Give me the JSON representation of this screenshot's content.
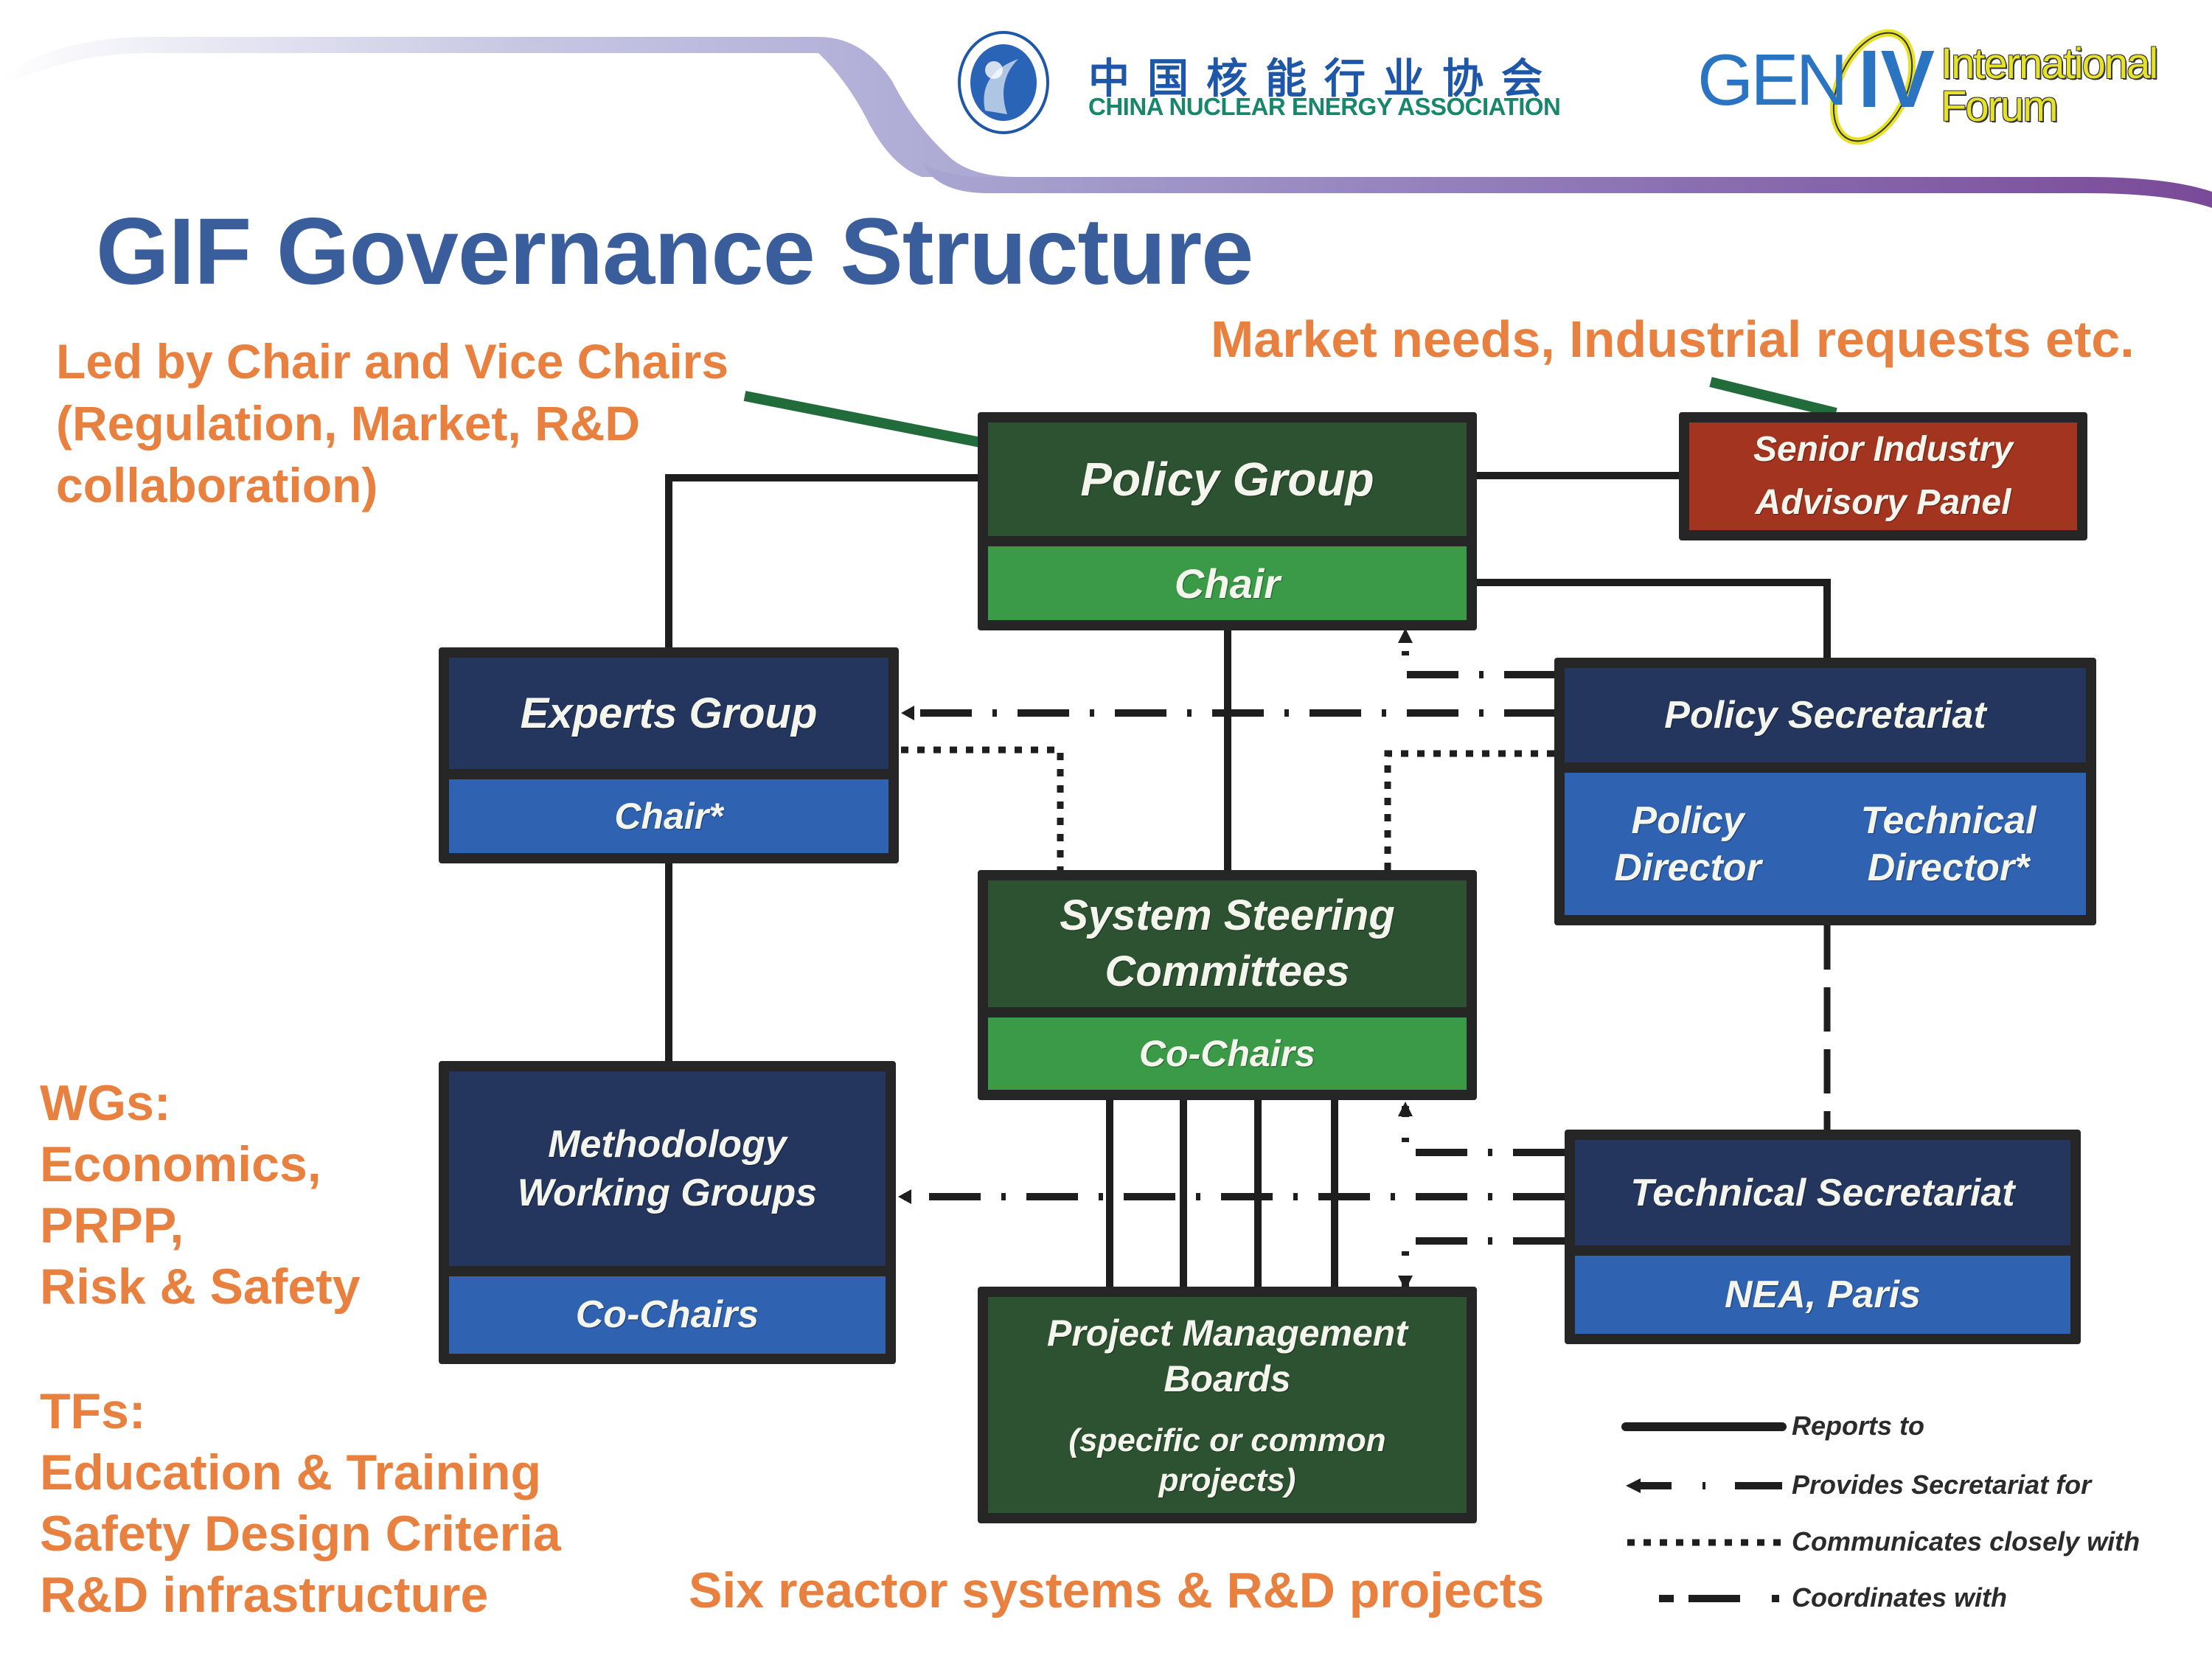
{
  "header": {
    "cnea_name_cn": "中国核能行业协会",
    "cnea_name_en": "CHINA NUCLEAR ENERGY ASSOCIATION",
    "gif_logo_gen": "GEN",
    "gif_logo_iv": "IV",
    "gif_logo_line1": "International",
    "gif_logo_line2": "Forum"
  },
  "title": "GIF Governance Structure",
  "annotations": {
    "lead_lines": [
      "Led by Chair and Vice Chairs",
      "(Regulation, Market, R&D",
      "collaboration)"
    ],
    "market": "Market needs, Industrial requests etc.",
    "wgs_lines": [
      "WGs:",
      "Economics,",
      "PRPP,",
      "Risk & Safety"
    ],
    "tfs_lines": [
      "TFs:",
      "Education & Training",
      "Safety Design Criteria",
      "R&D infrastructure"
    ],
    "six": "Six reactor systems & R&D projects"
  },
  "boxes": {
    "policy_group": {
      "title": "Policy Group",
      "sub": "Chair"
    },
    "senior_industry": {
      "line1": "Senior Industry",
      "line2": "Advisory Panel"
    },
    "experts_group": {
      "title": "Experts Group",
      "sub": "Chair*"
    },
    "policy_secretariat": {
      "title": "Policy Secretariat",
      "left1": "Policy",
      "left2": "Director",
      "right1": "Technical",
      "right2": "Director*"
    },
    "ssc": {
      "line1": "System Steering",
      "line2": "Committees",
      "sub": "Co-Chairs"
    },
    "methodology": {
      "line1": "Methodology",
      "line2": "Working Groups",
      "sub": "Co-Chairs"
    },
    "tech_secretariat": {
      "title": "Technical Secretariat",
      "sub": "NEA, Paris"
    },
    "pmb": {
      "line1": "Project Management",
      "line2": "Boards",
      "line3": "(specific or common",
      "line4": "projects)"
    }
  },
  "legend": [
    {
      "style": "solid",
      "label": "Reports to"
    },
    {
      "style": "dash-dot-arrow",
      "label": "Provides Secretariat for"
    },
    {
      "style": "dotted",
      "label": "Communicates closely with"
    },
    {
      "style": "dash",
      "label": "Coordinates with"
    }
  ],
  "colors": {
    "title": "#3a5d9c",
    "annotation": "#e8803f",
    "dark_green": "#2d5232",
    "light_green": "#3a9a48",
    "dark_blue": "#24365e",
    "medium_blue": "#2f62b0",
    "red": "#a3341f",
    "callout_line": "#226b3a"
  }
}
